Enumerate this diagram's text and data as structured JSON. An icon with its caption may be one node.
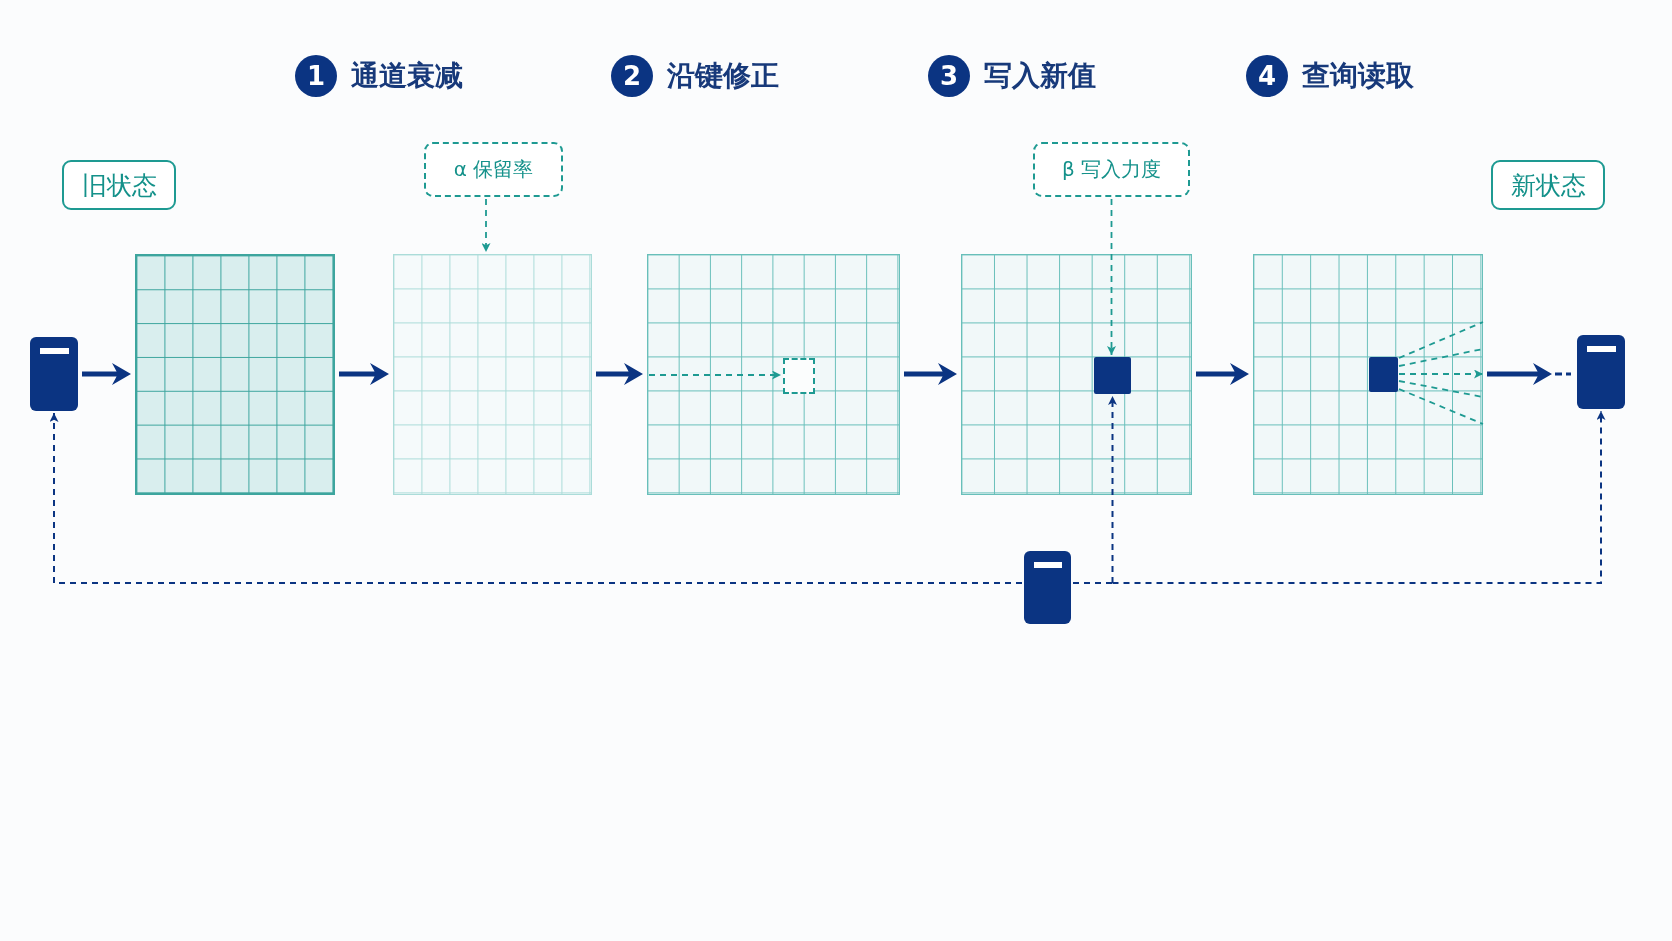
{
  "diagram": {
    "nodes": [
      {
        "text": [
          "1"
        ],
        "beside": [
          "通道衰减"
        ]
      },
      {
        "text": [
          "2"
        ],
        "beside": [
          "沿键修正"
        ]
      },
      {
        "text": [
          "3"
        ],
        "beside": [
          "写入新值"
        ]
      },
      {
        "text": [
          "4"
        ],
        "beside": [
          "查询读取"
        ]
      },
      {
        "text": [
          "旧状态"
        ]
      },
      {
        "text": [
          "α 保留率"
        ]
      },
      {
        "text": [
          "β 写入力度"
        ]
      },
      {
        "text": [
          "新状态"
        ]
      },
      {
        "text": [],
        "shape": "box"
      },
      {
        "text": [],
        "shape": "grid"
      },
      {
        "text": [],
        "shape": "grid"
      },
      {
        "text": [],
        "shape": "grid"
      },
      {
        "text": [],
        "shape": "box",
        "in": 11
      },
      {
        "text": [],
        "shape": "grid"
      },
      {
        "text": [],
        "shape": "box",
        "in": 13
      },
      {
        "text": [],
        "shape": "grid"
      },
      {
        "text": [],
        "shape": "box",
        "in": 15
      },
      {
        "text": [],
        "shape": "box"
      },
      {
        "text": [],
        "shape": "box"
      }
    ],
    "edges": [
      {
        "from": 8,
        "to": 9,
        "arrow": "to"
      },
      {
        "from": 9,
        "to": 10,
        "arrow": "to"
      },
      {
        "from": 10,
        "to": 11,
        "arrow": "to"
      },
      {
        "from": 11,
        "to": 13,
        "arrow": "to"
      },
      {
        "from": 13,
        "to": 15,
        "arrow": "to"
      },
      {
        "from": 15,
        "to": 17,
        "arrow": "to"
      },
      {
        "from": 5,
        "to": 10,
        "arrow": "to",
        "style": "dashed",
        "color": "#1e9a92"
      },
      {
        "from": 6,
        "to": 14,
        "arrow": "to",
        "style": "dashed",
        "color": "#1e9a92"
      },
      {
        "from": null,
        "to": 12,
        "arrow": "to",
        "style": "dashed",
        "color": "#1e9a92"
      },
      {
        "from": 18,
        "to": 8,
        "arrow": "to",
        "style": "dashed",
        "color": "#0b3482"
      },
      {
        "from": 18,
        "to": 14,
        "arrow": "to",
        "style": "dashed",
        "color": "#0b3482"
      },
      {
        "from": 18,
        "to": 17,
        "arrow": "to",
        "style": "dashed",
        "color": "#0b3482"
      },
      {
        "from": 16,
        "to": null,
        "arrow": "none",
        "style": "dashed",
        "color": "#1e9a92"
      },
      {
        "from": 16,
        "to": null,
        "arrow": "none",
        "style": "dashed",
        "color": "#1e9a92"
      },
      {
        "from": 16,
        "to": null,
        "arrow": "to",
        "style": "dashed",
        "color": "#1e9a92"
      },
      {
        "from": 16,
        "to": null,
        "arrow": "none",
        "style": "dashed",
        "color": "#1e9a92"
      },
      {
        "from": 16,
        "to": null,
        "arrow": "none",
        "style": "dashed",
        "color": "#1e9a92"
      }
    ]
  }
}
